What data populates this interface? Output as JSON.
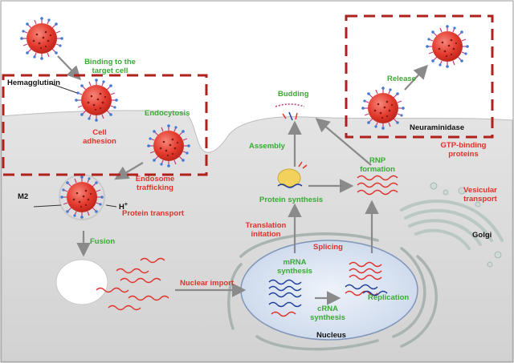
{
  "labels": {
    "binding": "Binding to the target cell",
    "hemagglutinin": "Hemagglutinin",
    "cell_adhesion": "Cell adhesion",
    "endocytosis": "Endocytosis",
    "endosome_trafficking": "Endosome trafficking",
    "m2": "M2",
    "h_plus": "H",
    "h_plus_sup": "+",
    "protein_transport": "Protein transport",
    "fusion": "Fusion",
    "nuclear_import": "Nuclear import",
    "budding": "Budding",
    "assembly": "Assembly",
    "protein_synthesis": "Protein synthesis",
    "translation_initiation": "Translation initation",
    "rnp_formation": "RNP formation",
    "release": "Release",
    "neuraminidase": "Neuraminidase",
    "gtp_binding": "GTP-binding proteins",
    "vesicular_transport": "Vesicular transport",
    "golgi": "Golgi",
    "splicing": "Splicing",
    "mrna_synthesis": "mRNA synthesis",
    "crna_synthesis": "cRNA synthesis",
    "replication": "Replication",
    "nucleus": "Nucleus"
  },
  "colors": {
    "green": "#3aa935",
    "red": "#e0312a",
    "dashed_box": "#b0201c",
    "virus": "#e8473a",
    "nucleus": "#dfe7f3"
  }
}
